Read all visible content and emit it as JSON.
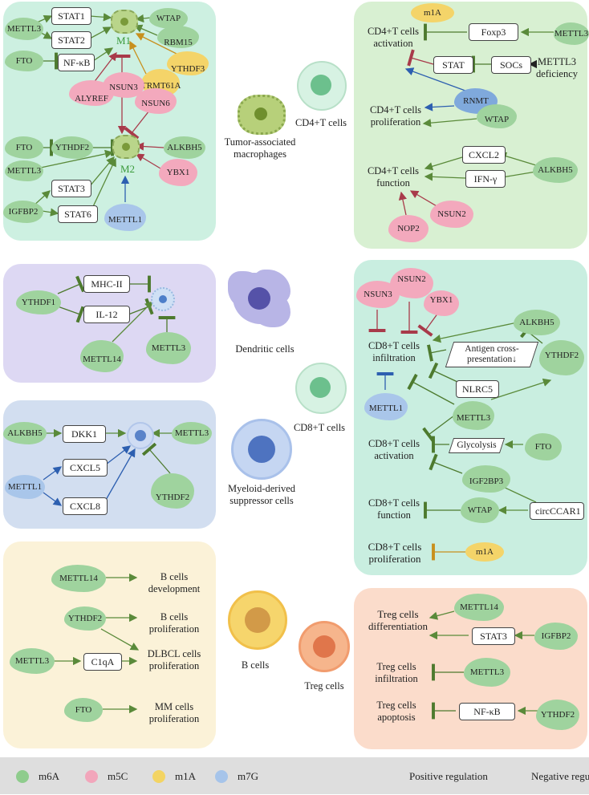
{
  "cells": {
    "cd4": "CD4+T cells",
    "tam": "Tumor-associated\nmacrophages",
    "dc": "Dendritic cells",
    "cd8": "CD8+T cells",
    "mdsc": "Myeloid-derived\nsuppressor cells",
    "bcell": "B cells",
    "treg": "Treg cells"
  },
  "tam_panel": {
    "mettl3": "METTL3",
    "stat1": "STAT1",
    "stat2": "STAT2",
    "wtap": "WTAP",
    "rbm15": "RBM15",
    "m1": "M1",
    "fto": "FTO",
    "nfkb": "NF-κB",
    "trmt61a": "TRMT61A",
    "ythdf3": "YTHDF3",
    "alyref": "ALYREF",
    "nsun3": "NSUN3",
    "nsun6": "NSUN6",
    "fto2": "FTO",
    "ythdf2": "YTHDF2",
    "alkbh5": "ALKBH5",
    "mettl3b": "METTL3",
    "m2": "M2",
    "ybx1": "YBX1",
    "stat3": "STAT3",
    "igfbp2": "IGFBP2",
    "stat6": "STAT6",
    "mettl1": "METTL1"
  },
  "cd4_panel": {
    "m1a": "m1A",
    "cd4act": "CD4+T cells\nactivation",
    "foxp3": "Foxp3",
    "mettl3": "METTL3",
    "stat": "STAT",
    "socs": "SOCs",
    "mettl3def": "METTL3\ndeficiency",
    "rnmt": "RNMT",
    "cd4prol": "CD4+T cells\nproliferation",
    "wtap": "WTAP",
    "cxcl2": "CXCL2",
    "cd4func": "CD4+T cells\nfunction",
    "ifng": "IFN-γ",
    "alkbh5": "ALKBH5",
    "nsun2": "NSUN2",
    "nop2": "NOP2"
  },
  "dc_panel": {
    "ythdf1": "YTHDF1",
    "mhc": "MHC-II",
    "il12": "IL-12",
    "mettl14": "METTL14",
    "mettl3": "METTL3"
  },
  "mdsc_panel": {
    "alkbh5": "ALKBH5",
    "dkk1": "DKK1",
    "mettl3": "METTL3",
    "mettl1": "METTL1",
    "cxcl5": "CXCL5",
    "cxcl8": "CXCL8",
    "ythdf2": "YTHDF2"
  },
  "cd8_panel": {
    "nsun3": "NSUN3",
    "nsun2": "NSUN2",
    "ybx1": "YBX1",
    "alkbh5": "ALKBH5",
    "infil": "CD8+T cells\ninfiltration",
    "antigen": "Antigen cross-\npresentation↓",
    "ythdf2": "YTHDF2",
    "nlrc5": "NLRC5",
    "mettl1": "METTL1",
    "mettl3": "METTL3",
    "act": "CD8+T cells\nactivation",
    "glyco": "Glycolysis",
    "fto": "FTO",
    "igf2bp3": "IGF2BP3",
    "func": "CD8+T cells\nfunction",
    "wtap": "WTAP",
    "circ": "circCCAR1",
    "prol": "CD8+T cells\nproliferation",
    "m1a": "m1A"
  },
  "b_panel": {
    "mettl14": "METTL14",
    "bdev": "B cells\ndevelopment",
    "ythdf2": "YTHDF2",
    "bprol": "B cells\nproliferation",
    "mettl3": "METTL3",
    "c1qa": "C1qA",
    "dlbcl": "DLBCL cells\nproliferation",
    "fto": "FTO",
    "mm": "MM cells\nproliferation"
  },
  "treg_panel": {
    "diff": "Treg cells\ndifferentiation",
    "mettl14": "METTL14",
    "stat3": "STAT3",
    "igfbp2": "IGFBP2",
    "infil": "Treg cells\ninfiltration",
    "mettl3": "METTL3",
    "apop": "Treg cells\napoptosis",
    "nfkb": "NF-κB",
    "ythdf2": "YTHDF2"
  },
  "legend": {
    "m6a": "m6A",
    "m5c": "m5C",
    "m1a": "m1A",
    "m7g": "m7G",
    "pos": "Positive regulation",
    "neg": "Negative regulation",
    "colors": {
      "m6a": "#8fcc8d",
      "m5c": "#f2a6bb",
      "m1a": "#f3d463",
      "m7g": "#a6c4ea"
    }
  }
}
